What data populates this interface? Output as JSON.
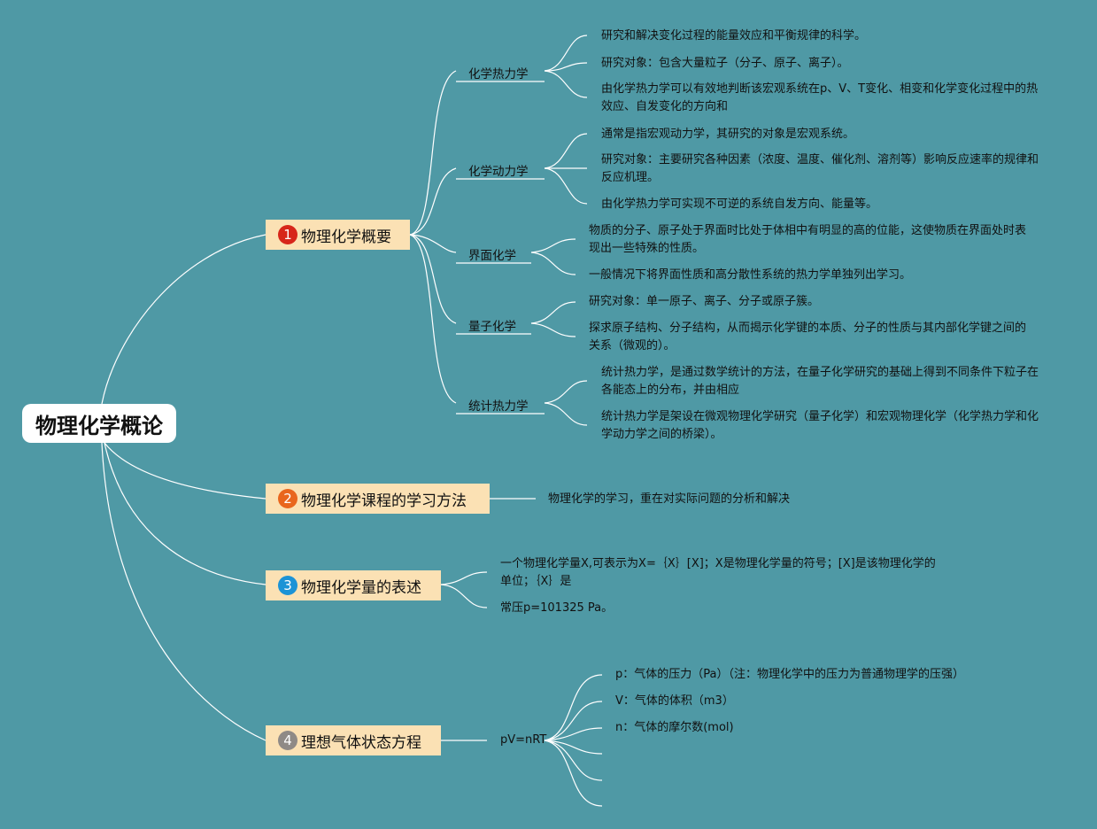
{
  "root": {
    "label": "物理化学概论"
  },
  "colors": {
    "background": "#4f99a5",
    "topic_fill": "#fbe1b4",
    "link": "#ffffff",
    "badge_1": "#d7261a",
    "badge_2": "#e9661d",
    "badge_3": "#1c93d6",
    "badge_4": "#8f8a86"
  },
  "topics": [
    {
      "num": "1",
      "label": "物理化学概要",
      "subs": [
        {
          "label": "化学热力学",
          "leaves": [
            "研究和解决变化过程的能量效应和平衡规律的科学。",
            "研究对象：包含大量粒子（分子、原子、离子）。",
            "由化学热力学可以有效地判断该宏观系统在p、V、T变化、相变和化学变化过程中的热效应、自发变化的方向和"
          ]
        },
        {
          "label": "化学动力学",
          "leaves": [
            "通常是指宏观动力学，其研究的对象是宏观系统。",
            "研究对象：主要研究各种因素（浓度、温度、催化剂、溶剂等）影响反应速率的规律和反应机理。",
            "由化学热力学可实现不可逆的系统自发方向、能量等。"
          ]
        },
        {
          "label": "界面化学",
          "leaves": [
            "物质的分子、原子处于界面时比处于体相中有明显的高的位能，这使物质在界面处时表现出一些特殊的性质。",
            "一般情况下将界面性质和高分散性系统的热力学单独列出学习。"
          ]
        },
        {
          "label": "量子化学",
          "leaves": [
            "研究对象：单一原子、离子、分子或原子簇。",
            "探求原子结构、分子结构，从而揭示化学键的本质、分子的性质与其内部化学键之间的关系（微观的）。"
          ]
        },
        {
          "label": "统计热力学",
          "leaves": [
            "统计热力学，是通过数学统计的方法，在量子化学研究的基础上得到不同条件下粒子在各能态上的分布，并由相应",
            "统计热力学是架设在微观物理化学研究（量子化学）和宏观物理化学（化学热力学和化学动力学之间的桥梁）。"
          ]
        }
      ]
    },
    {
      "num": "2",
      "label": "物理化学课程的学习方法",
      "leaves": [
        "物理化学的学习，重在对实际问题的分析和解决"
      ]
    },
    {
      "num": "3",
      "label": "物理化学量的表述",
      "leaves": [
        "一个物理化学量X,可表示为X=｛X｝[X]；X是物理化学量的符号；[X]是该物理化学的单位；｛X｝是",
        "常压p=101325 Pa。"
      ]
    },
    {
      "num": "4",
      "label": "理想气体状态方程",
      "sub": {
        "label": "pV=nRT",
        "leaves": [
          "p：气体的压力（Pa）（注：物理化学中的压力为普通物理学的压强）",
          "V：气体的体积（m3）",
          "n：气体的摩尔数(mol)",
          "",
          "",
          ""
        ]
      }
    }
  ]
}
